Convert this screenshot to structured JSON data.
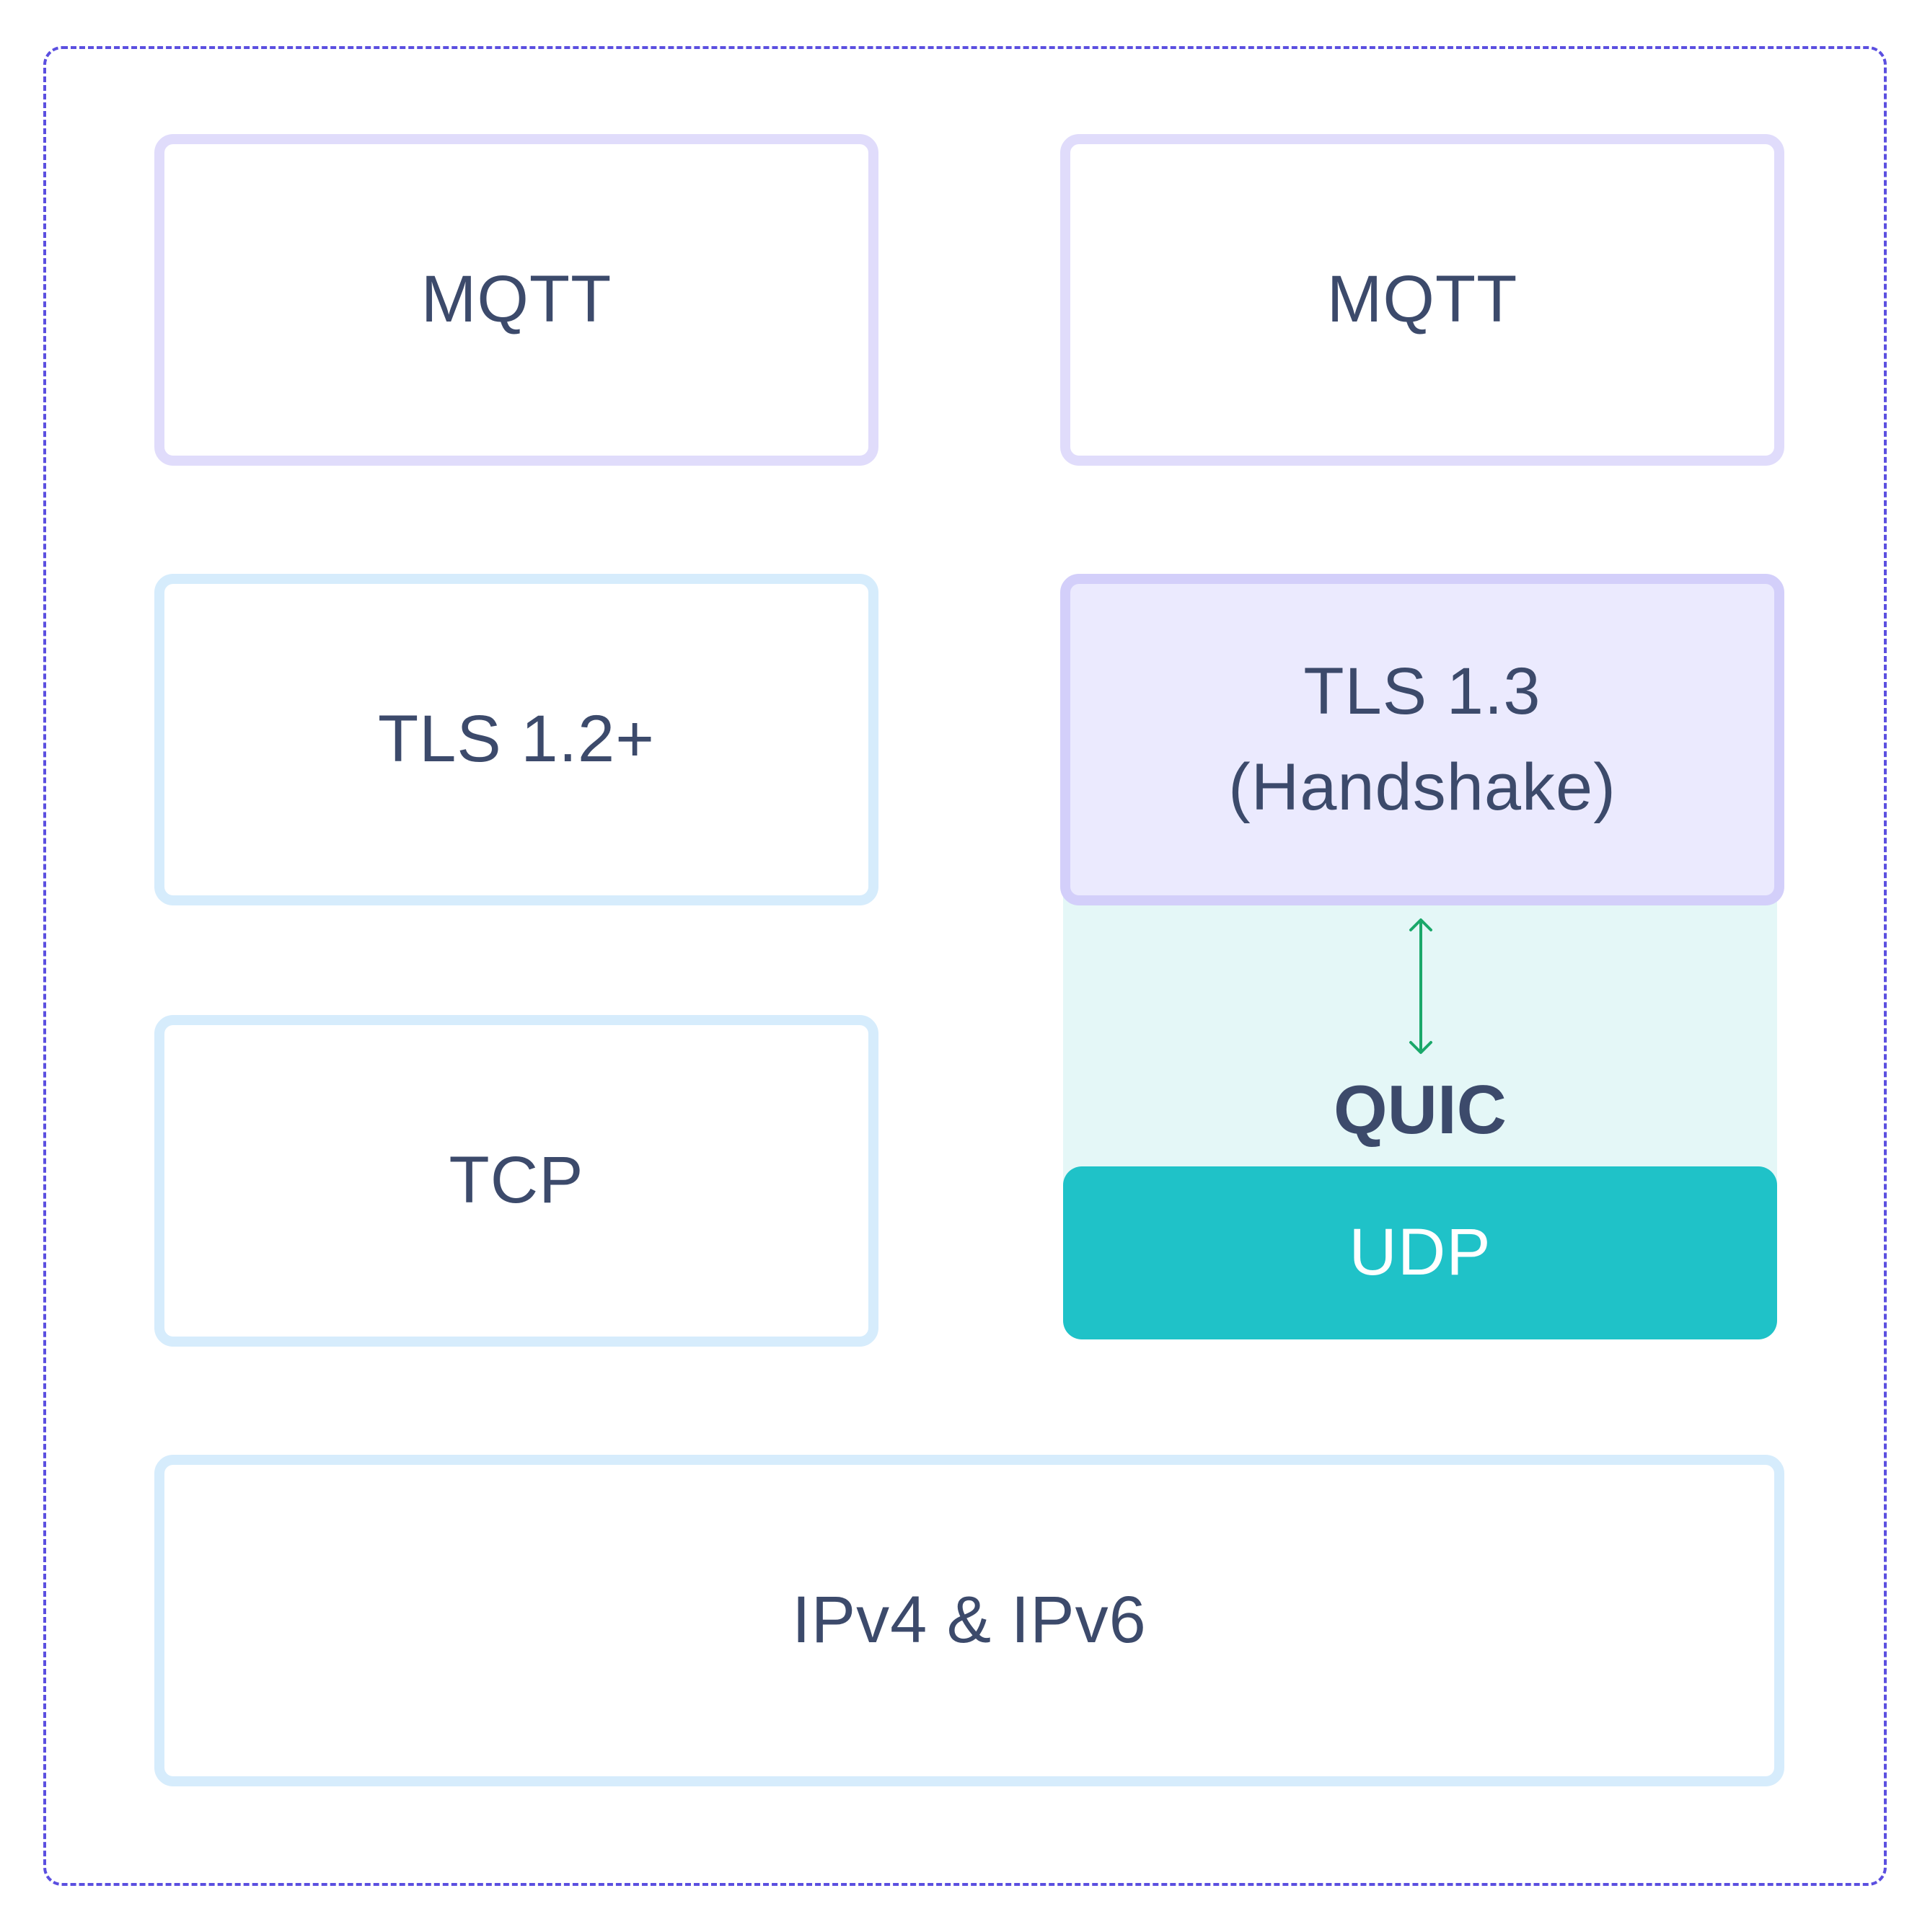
{
  "diagram": {
    "left_stack": {
      "application": "MQTT",
      "security": "TLS 1.2+",
      "transport": "TCP"
    },
    "right_stack": {
      "application": "MQTT",
      "security_line1": "TLS 1.3",
      "security_line2": "(Handshake)",
      "quic": "QUIC",
      "transport": "UDP"
    },
    "network": "IPv4 & IPv6"
  },
  "colors": {
    "frame_dash": "#5b4fe0",
    "purple_border": "#e0dcfb",
    "blue_border": "#d6ecfc",
    "tls13_fill": "#ebeafe",
    "quic_fill": "#e4f7f7",
    "udp_fill": "#1fc2c8",
    "arrow": "#1aa86a",
    "text": "#3c4a6b"
  }
}
